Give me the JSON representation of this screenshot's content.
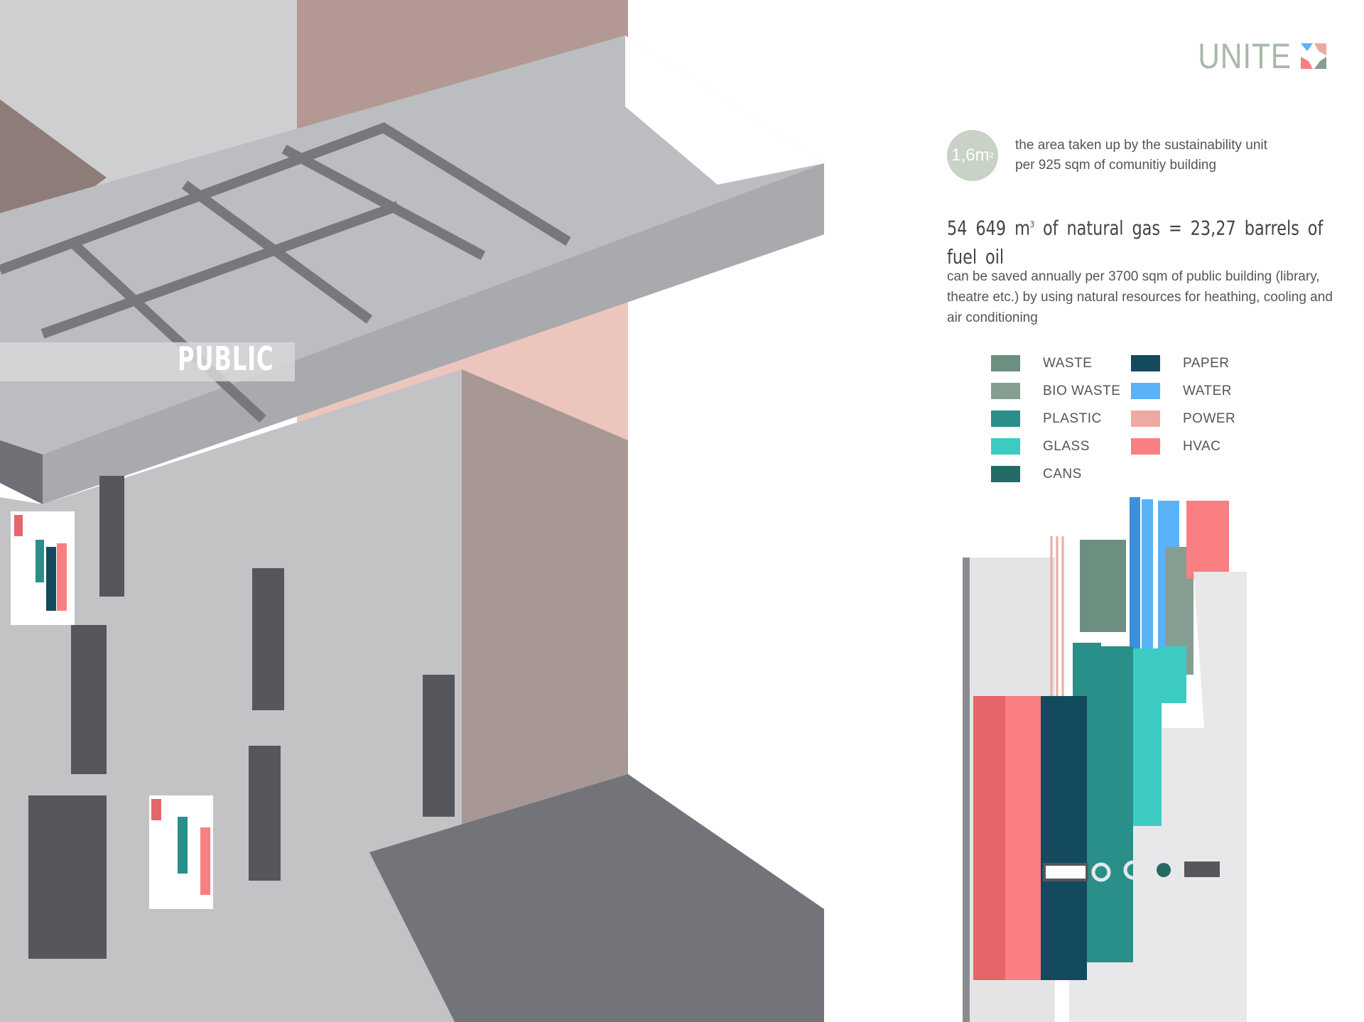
{
  "logo": {
    "text": "UNITE",
    "icon": "unite-logo-icon"
  },
  "illustration": {
    "zone_label": "PUBLIC"
  },
  "area_stat": {
    "value": "1,6m",
    "unit_sup": "2",
    "description_line1": "the area taken up by the sustainability unit",
    "description_line2": "per 925 sqm of comunitiy building"
  },
  "gas_stat": {
    "part1": "54 649 m",
    "sup": "3",
    "part2": " of natural gas = 23,27 barrels of fuel oil",
    "description": "can be saved annually per 3700 sqm of public building (library, theatre etc.) by using natural resources for heathing, cooling and air conditioning"
  },
  "legend": [
    {
      "label": "WASTE",
      "color": "#6c8f80"
    },
    {
      "label": "BIO WASTE",
      "color": "#869e92"
    },
    {
      "label": "PLASTIC",
      "color": "#2a8f88"
    },
    {
      "label": "GLASS",
      "color": "#3ccbc3"
    },
    {
      "label": "CANS",
      "color": "#236b64"
    },
    {
      "label": "PAPER",
      "color": "#134a5e"
    },
    {
      "label": "WATER",
      "color": "#5ab2f7"
    },
    {
      "label": "POWER",
      "color": "#eeaaa0"
    },
    {
      "label": "HVAC",
      "color": "#f97f82"
    }
  ]
}
